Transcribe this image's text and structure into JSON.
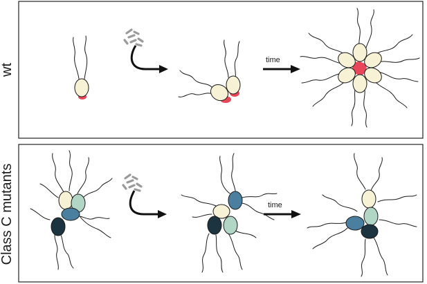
{
  "panels": [
    {
      "id": "wt",
      "label": "wt",
      "time_label": "time"
    },
    {
      "id": "class-c",
      "label": "Class C mutants",
      "time_label": "time"
    }
  ],
  "colors": {
    "cell_cream": "#f7f2d6",
    "holdfast_pink": "#e8475a",
    "mint": "#b2d6c6",
    "steel_blue": "#4a7fa0",
    "dark_navy": "#1c3440",
    "fragment_grey": "#9a9a9a",
    "outline": "#1a1a1a"
  },
  "icons": [
    "flagellum-icon",
    "polysaccharide-fragment-icon",
    "arrow-icon"
  ]
}
